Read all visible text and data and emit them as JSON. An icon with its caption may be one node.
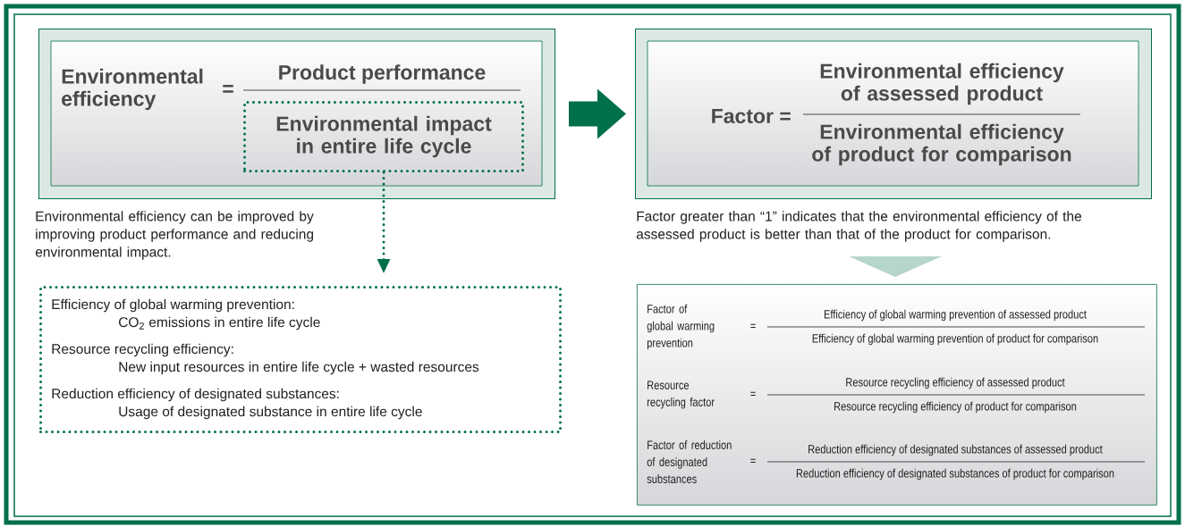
{
  "diagram": {
    "nodes": [
      {
        "text": [
          "Environmental efficiency",
          "=",
          "Product performance"
        ],
        "beside": [
          "Environmental efficiency can be improved by improving product performance and reducing environmental impact."
        ]
      },
      {
        "text": [
          "Environmental impact in entire life cycle"
        ],
        "in": 0
      },
      {
        "text": [
          "Efficiency of global warming prevention:",
          "CO$_{2}$ emissions in entire life cycle",
          "Resource recycling efficiency:",
          "New input resources in entire life cycle + wasted resources",
          "Reduction efficiency of designated substances:",
          "Usage of designated substance in entire life cycle"
        ]
      },
      {
        "text": [
          "Factor =",
          "Environmental efficiency of assessed product",
          "Environmental efficiency of product for comparison"
        ],
        "beside": [
          "Factor greater than “1” indicates that the environmental efficiency of the assessed product is better than that of the product for comparison."
        ]
      },
      {
        "text": [
          "Factor of global warming prevention",
          "=",
          "Efficiency of global warming prevention of assessed product",
          "Efficiency of global warming prevention of product for comparison",
          "Resource recycling factor",
          "=",
          "Resource recycling efficiency of assessed product",
          "Resource recycling efficiency of product for comparison",
          "Factor of reduction of designated substances",
          "=",
          "Reduction efficiency of designated substances of assessed product",
          "Reduction efficiency of designated substances of product for comparison"
        ]
      }
    ],
    "edges": [
      {
        "from": 0,
        "to": 3,
        "arrow": "to",
        "style": "thick"
      },
      {
        "from": 1,
        "to": 2,
        "arrow": "to",
        "style": "dashed"
      },
      {
        "from": 3,
        "to": 4,
        "arrow": "to",
        "style": "thick",
        "color": "#b7d6ca"
      }
    ]
  }
}
